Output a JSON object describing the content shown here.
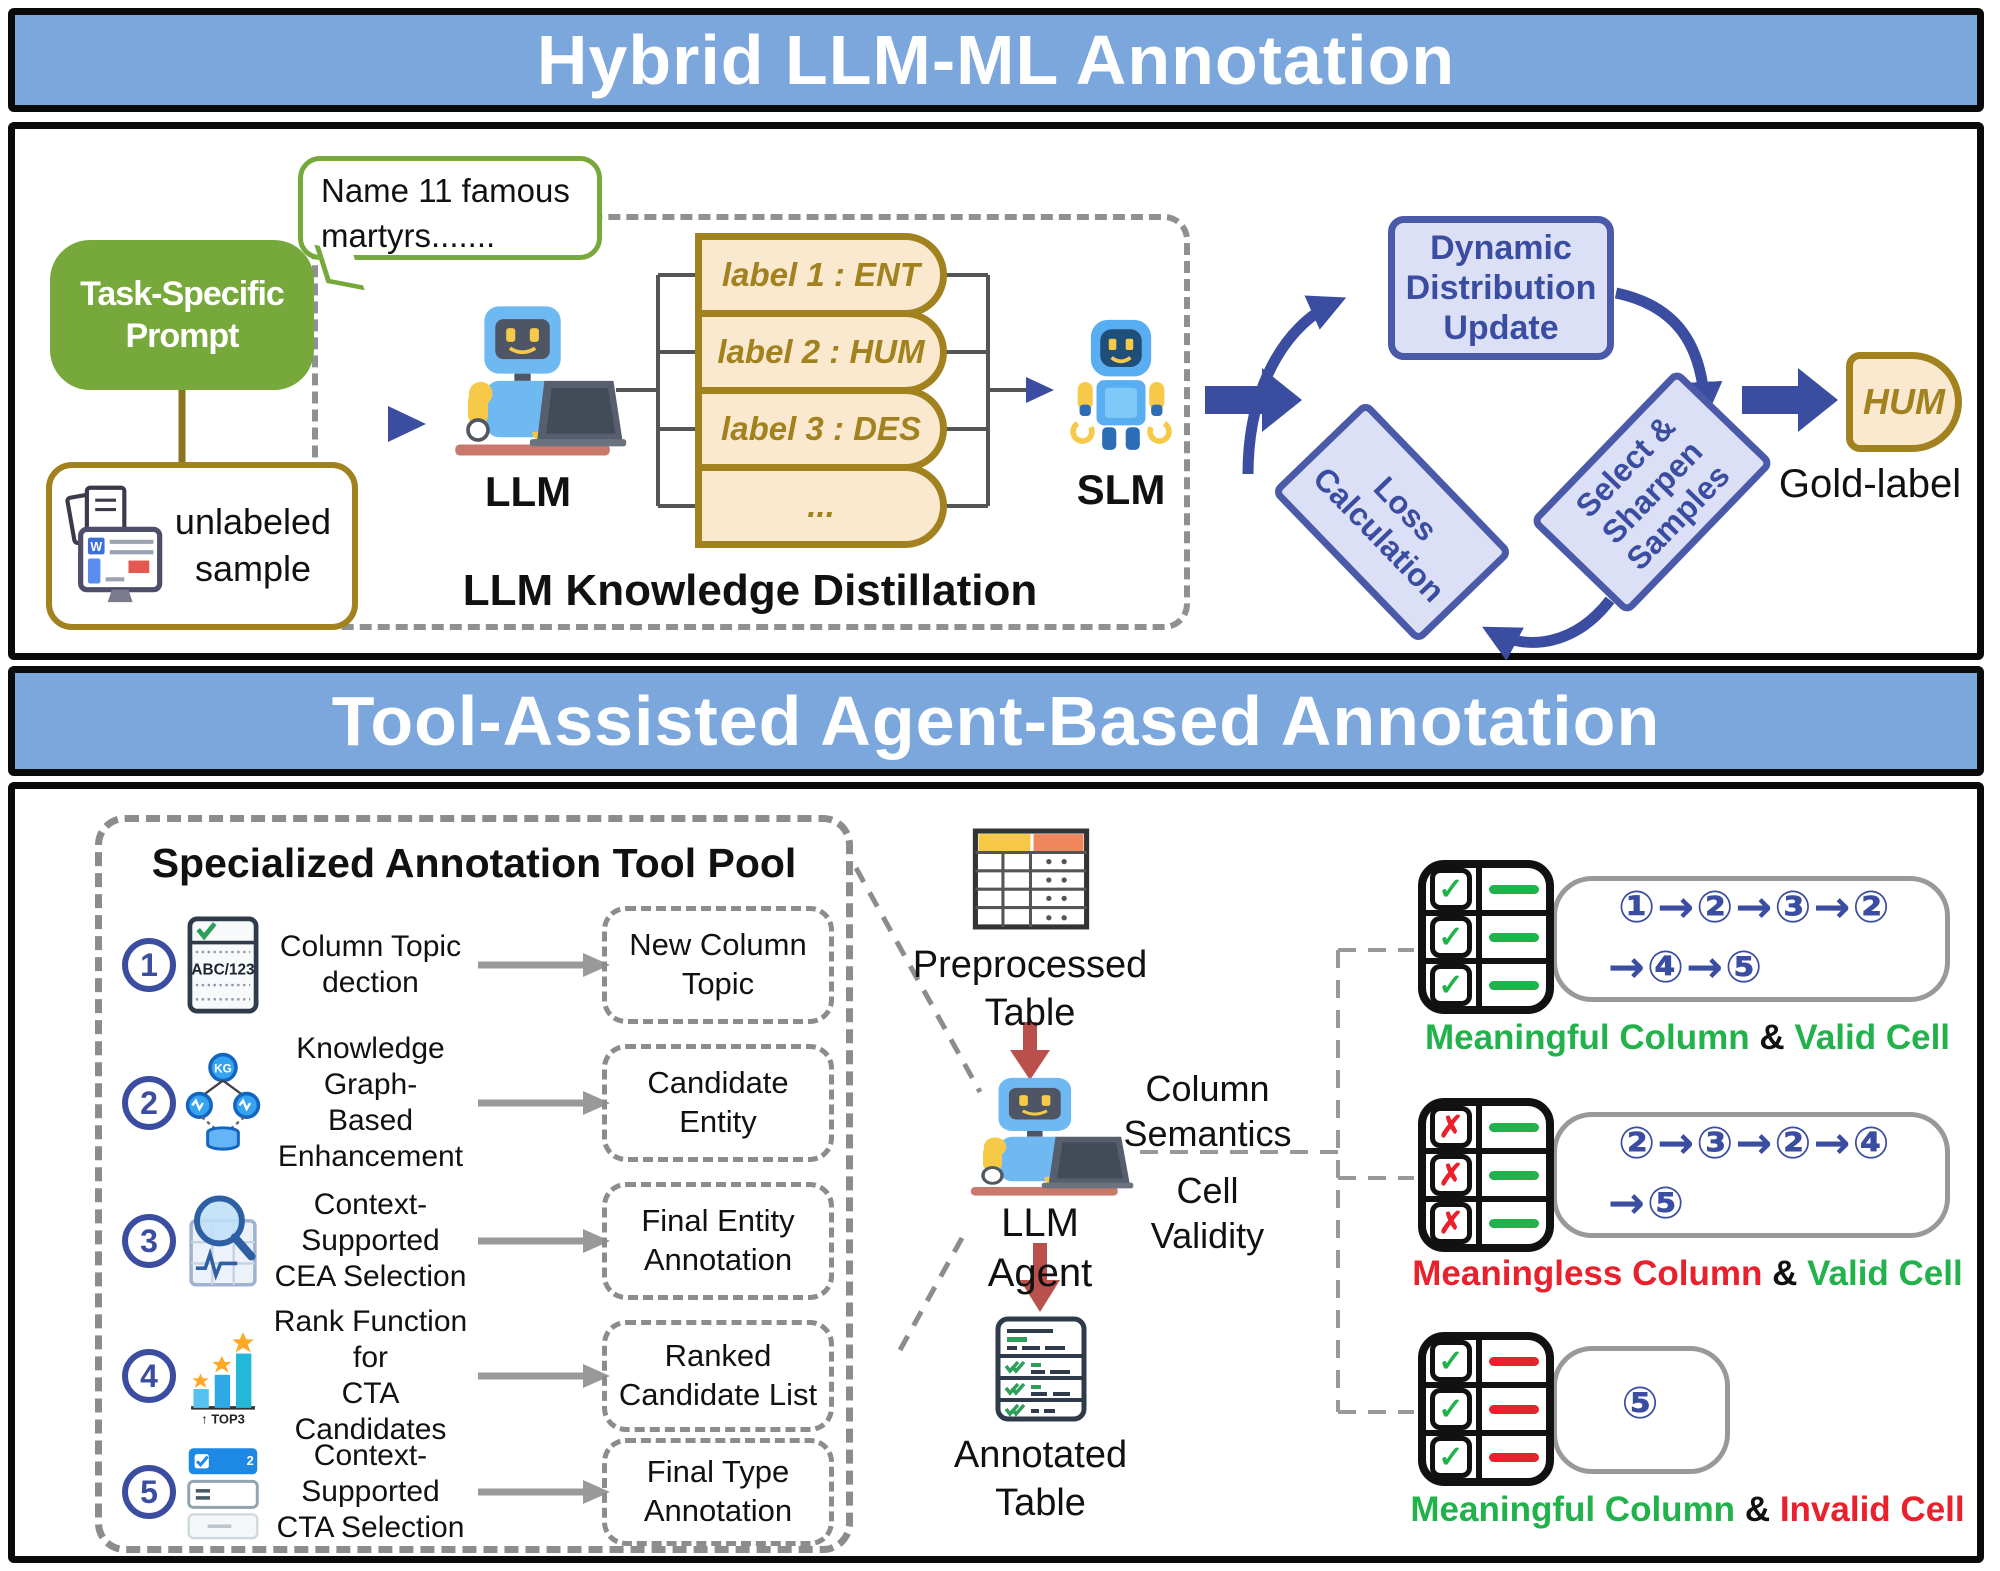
{
  "colors": {
    "header_bg": "#7CA7DC",
    "indigo": "#3B4DA0",
    "panel_fill": "#DCE0F7",
    "panel_border": "#4A5AA8",
    "gold": "#A1821F",
    "cream": "#FAE9CE",
    "green": "#76A83B",
    "red_arrow": "#B9504C",
    "gray": "#8C8C8C",
    "check_green": "#22B24C",
    "cross_red": "#E8212D"
  },
  "headers": {
    "hybrid": "Hybrid LLM-ML Annotation",
    "agent": "Tool-Assisted Agent-Based Annotation"
  },
  "hybrid": {
    "speech_bubble": "Name 11 famous martyrs.......",
    "task_prompt": "Task-Specific Prompt",
    "unlabeled_sample": "unlabeled sample",
    "llm": "LLM",
    "slm": "SLM",
    "distillation_title": "LLM Knowledge Distillation",
    "labels": [
      "label 1 : ENT",
      "label 2 : HUM",
      "label 3 : DES",
      "..."
    ],
    "cycle": {
      "top": "Dynamic Distribution Update",
      "left": "Loss Calculation",
      "right": "Select & Sharpen Samples"
    },
    "gold_label_value": "HUM",
    "gold_label_caption": "Gold-label"
  },
  "agent": {
    "pool_title": "Specialized Annotation Tool Pool",
    "tools": [
      {
        "num": "1",
        "name_lines": [
          "Column Topic",
          "dection"
        ],
        "output_lines": [
          "New Column",
          "Topic"
        ]
      },
      {
        "num": "2",
        "name_lines": [
          "Knowledge Graph-",
          "Based Enhancement"
        ],
        "output_lines": [
          "Candidate",
          "Entity"
        ]
      },
      {
        "num": "3",
        "name_lines": [
          "Context-Supported",
          "CEA Selection"
        ],
        "output_lines": [
          "Final Entity",
          "Annotation"
        ]
      },
      {
        "num": "4",
        "name_lines": [
          "Rank Function for",
          "CTA Candidates"
        ],
        "output_lines": [
          "Ranked",
          "Candidate List"
        ]
      },
      {
        "num": "5",
        "name_lines": [
          "Context-Supported",
          "CTA Selection"
        ],
        "output_lines": [
          "Final Type",
          "Annotation"
        ]
      }
    ],
    "center": {
      "preprocessed": "Preprocessed Table",
      "agent_label": "LLM Agent",
      "annotated": "Annotated Table",
      "column_semantics": "Column Semantics",
      "cell_validity": "Cell Validity"
    },
    "outcomes": [
      {
        "flow1": "①→②→③→②",
        "flow2": "→④→⑤",
        "caption_col": "Meaningful Column",
        "caption_amp": "&",
        "caption_cell": "Valid Cell"
      },
      {
        "flow1": "②→③→②→④",
        "flow2": "→⑤",
        "caption_col": "Meaningless Column",
        "caption_amp": "&",
        "caption_cell": "Valid Cell"
      },
      {
        "flow1": "⑤",
        "flow2": "",
        "caption_col": "Meaningful Column",
        "caption_amp": "&",
        "caption_cell": "Invalid Cell"
      }
    ]
  },
  "glyphs": {
    "abc": "ABC/123",
    "kg": "KG",
    "top3": "↑ TOP3",
    "badge2": "2",
    "w": "W",
    "check": "✓",
    "cross": "✗"
  }
}
